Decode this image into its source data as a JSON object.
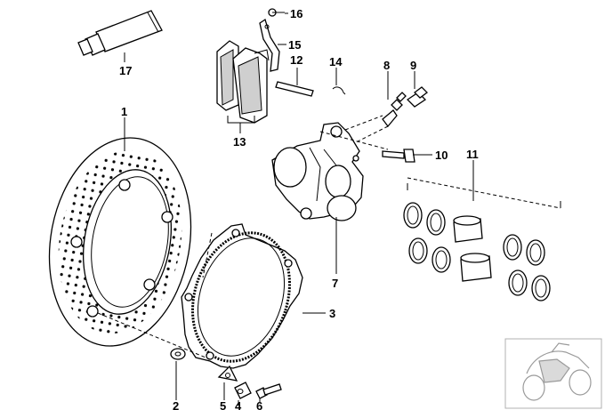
{
  "callouts": [
    {
      "id": "1",
      "label": "1"
    },
    {
      "id": "2",
      "label": "2"
    },
    {
      "id": "3",
      "label": "3"
    },
    {
      "id": "4",
      "label": "4"
    },
    {
      "id": "5",
      "label": "5"
    },
    {
      "id": "6",
      "label": "6"
    },
    {
      "id": "7",
      "label": "7"
    },
    {
      "id": "8",
      "label": "8"
    },
    {
      "id": "9",
      "label": "9"
    },
    {
      "id": "10",
      "label": "10"
    },
    {
      "id": "11",
      "label": "11"
    },
    {
      "id": "12",
      "label": "12"
    },
    {
      "id": "13",
      "label": "13"
    },
    {
      "id": "14",
      "label": "14"
    },
    {
      "id": "15",
      "label": "15"
    },
    {
      "id": "16",
      "label": "16"
    },
    {
      "id": "17",
      "label": "17"
    }
  ],
  "thumbnail": {
    "icon": "motorcycle-silhouette-icon"
  }
}
